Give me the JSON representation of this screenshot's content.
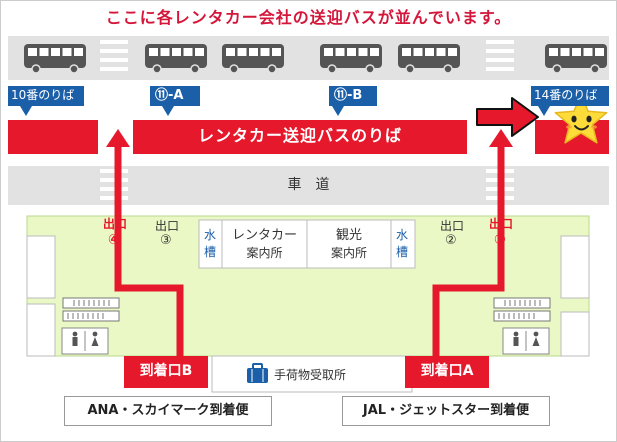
{
  "header": {
    "text": "ここに各レンタカー会社の送迎バスが並んでいます。"
  },
  "stops": {
    "stop10": "10番のりば",
    "stop11a": "⑪-A",
    "stop11b": "⑪-B",
    "stop14": "14番のりば"
  },
  "band": {
    "label": "レンタカー送迎バスのりば"
  },
  "road": {
    "label": "車　道"
  },
  "exits": {
    "exit4": {
      "top": "出口",
      "num": "④"
    },
    "exit3": {
      "top": "出口",
      "num": "③"
    },
    "exit2": {
      "top": "出口",
      "num": "②"
    },
    "exit1": {
      "top": "出口",
      "num": "①"
    }
  },
  "facilities": {
    "water_left": {
      "l1": "水",
      "l2": "槽"
    },
    "water_right": {
      "l1": "水",
      "l2": "槽"
    },
    "rental_desk": {
      "l1": "レンタカー",
      "l2": "案内所"
    },
    "tourism_desk": {
      "l1": "観光",
      "l2": "案内所"
    },
    "baggage": "手荷物受取所"
  },
  "gates": {
    "b": "到着口B",
    "a": "到着口A"
  },
  "airlines": {
    "left": "ANA・スカイマーク到着便",
    "right": "JAL・ジェットスター到着便"
  },
  "colors": {
    "red": "#e5192b",
    "blue": "#1a5fa8",
    "floor": "#eaf8c6",
    "floor_border": "#b9d98a",
    "gray": "#e2e2e2",
    "dark_gray": "#555555",
    "header_text": "#d4163a",
    "star": "#fddc3a"
  }
}
